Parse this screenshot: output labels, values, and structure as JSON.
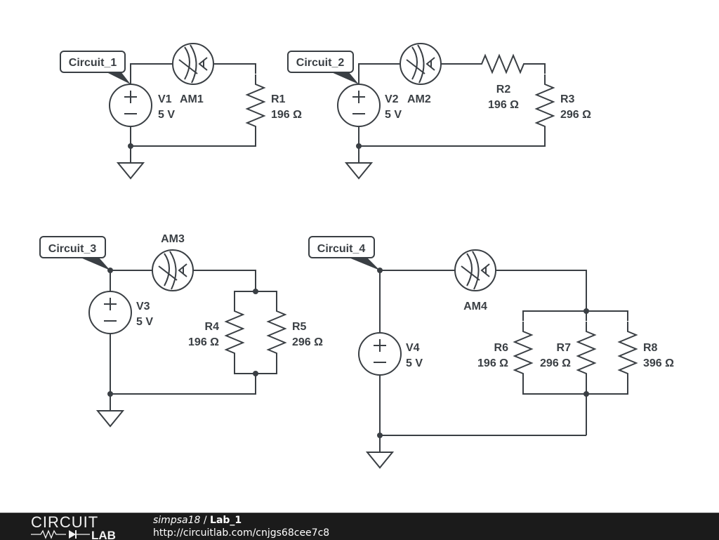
{
  "circuits": [
    {
      "label": "Circuit_1",
      "source": {
        "name": "V1",
        "value": "5 V"
      },
      "ammeter": {
        "name": "AM1",
        "glyph": "A"
      },
      "resistors": [
        {
          "name": "R1",
          "value": "196 Ω"
        }
      ]
    },
    {
      "label": "Circuit_2",
      "source": {
        "name": "V2",
        "value": "5 V"
      },
      "ammeter": {
        "name": "AM2",
        "glyph": "A"
      },
      "resistors": [
        {
          "name": "R2",
          "value": "196 Ω"
        },
        {
          "name": "R3",
          "value": "296 Ω"
        }
      ]
    },
    {
      "label": "Circuit_3",
      "source": {
        "name": "V3",
        "value": "5 V"
      },
      "ammeter": {
        "name": "AM3",
        "glyph": "A"
      },
      "resistors": [
        {
          "name": "R4",
          "value": "196 Ω"
        },
        {
          "name": "R5",
          "value": "296 Ω"
        }
      ]
    },
    {
      "label": "Circuit_4",
      "source": {
        "name": "V4",
        "value": "5 V"
      },
      "ammeter": {
        "name": "AM4",
        "glyph": "A"
      },
      "resistors": [
        {
          "name": "R6",
          "value": "196 Ω"
        },
        {
          "name": "R7",
          "value": "296 Ω"
        },
        {
          "name": "R8",
          "value": "396 Ω"
        }
      ]
    }
  ],
  "footer": {
    "logo_top": "CIRCUIT",
    "logo_bottom": "LAB",
    "user": "simpsa18",
    "separator": " / ",
    "project": "Lab_1",
    "url": "http://circuitlab.com/cnjgs68cee7c8"
  }
}
